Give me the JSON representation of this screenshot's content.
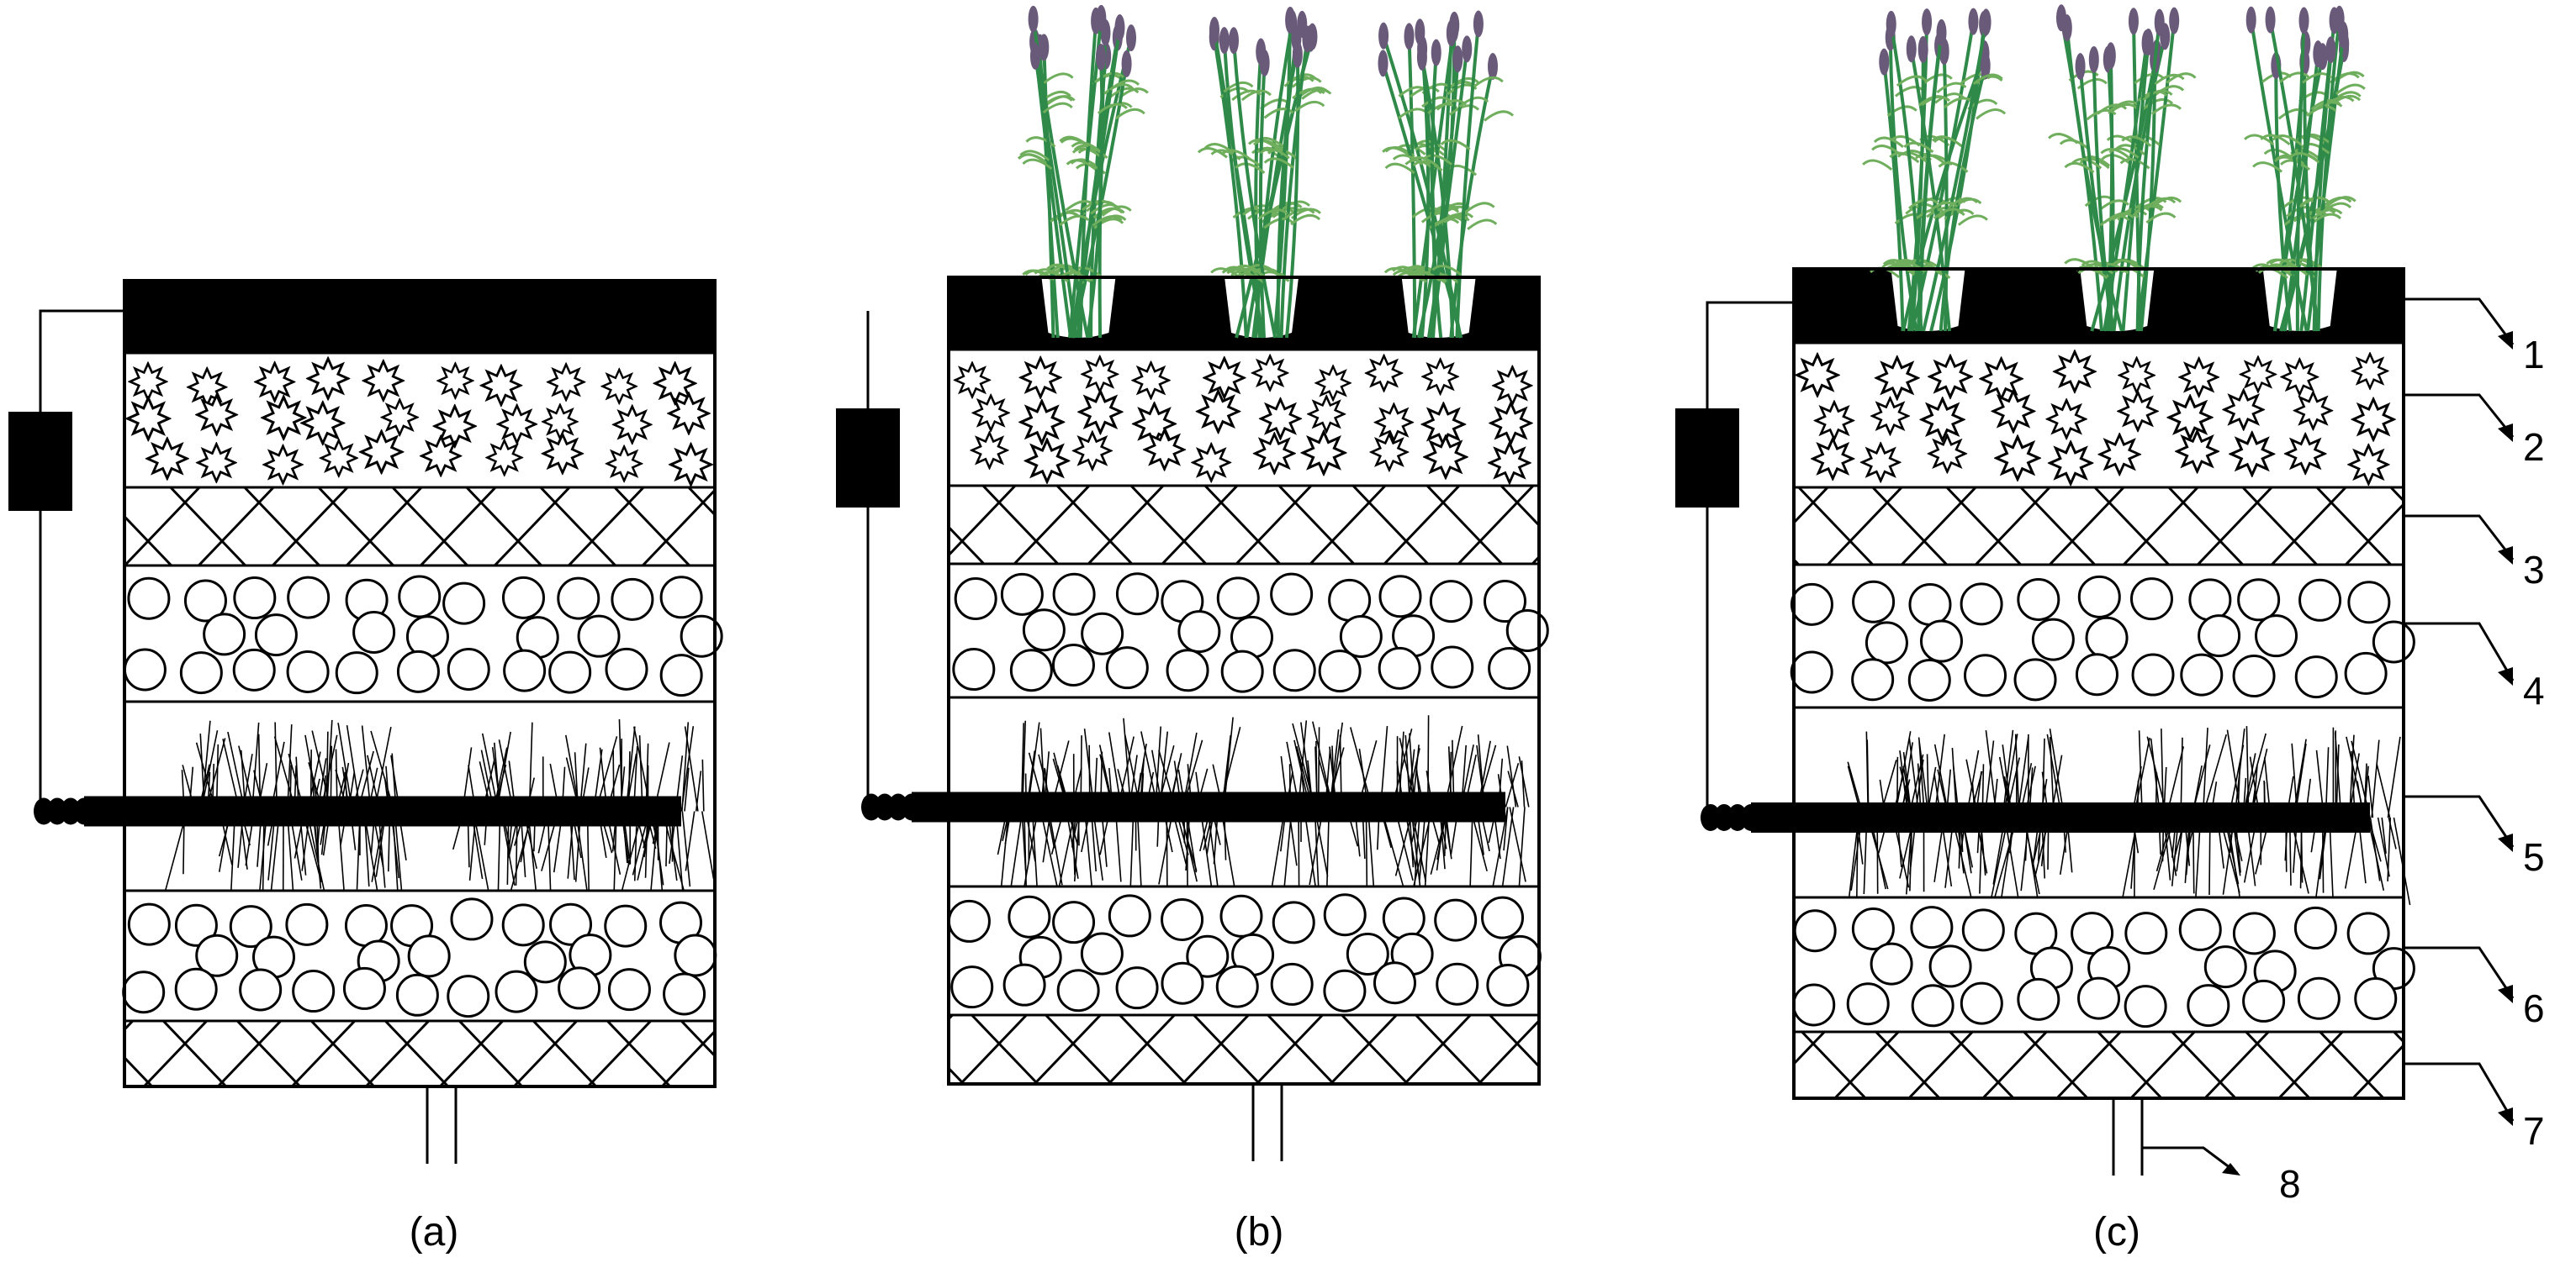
{
  "panels": [
    {
      "key": "a",
      "caption": "(a)",
      "plants": false
    },
    {
      "key": "b",
      "caption": "(b)",
      "plants": true
    },
    {
      "key": "c",
      "caption": "(c)",
      "plants": true
    }
  ],
  "callouts": [
    "1",
    "2",
    "3",
    "4",
    "5",
    "6",
    "7",
    "8"
  ],
  "colors": {
    "line": "#000000",
    "plant_stem": "#2f8a4a",
    "plant_leaf": "#6fae5c",
    "plant_flower": "#6a5a7a",
    "background": "#ffffff"
  }
}
